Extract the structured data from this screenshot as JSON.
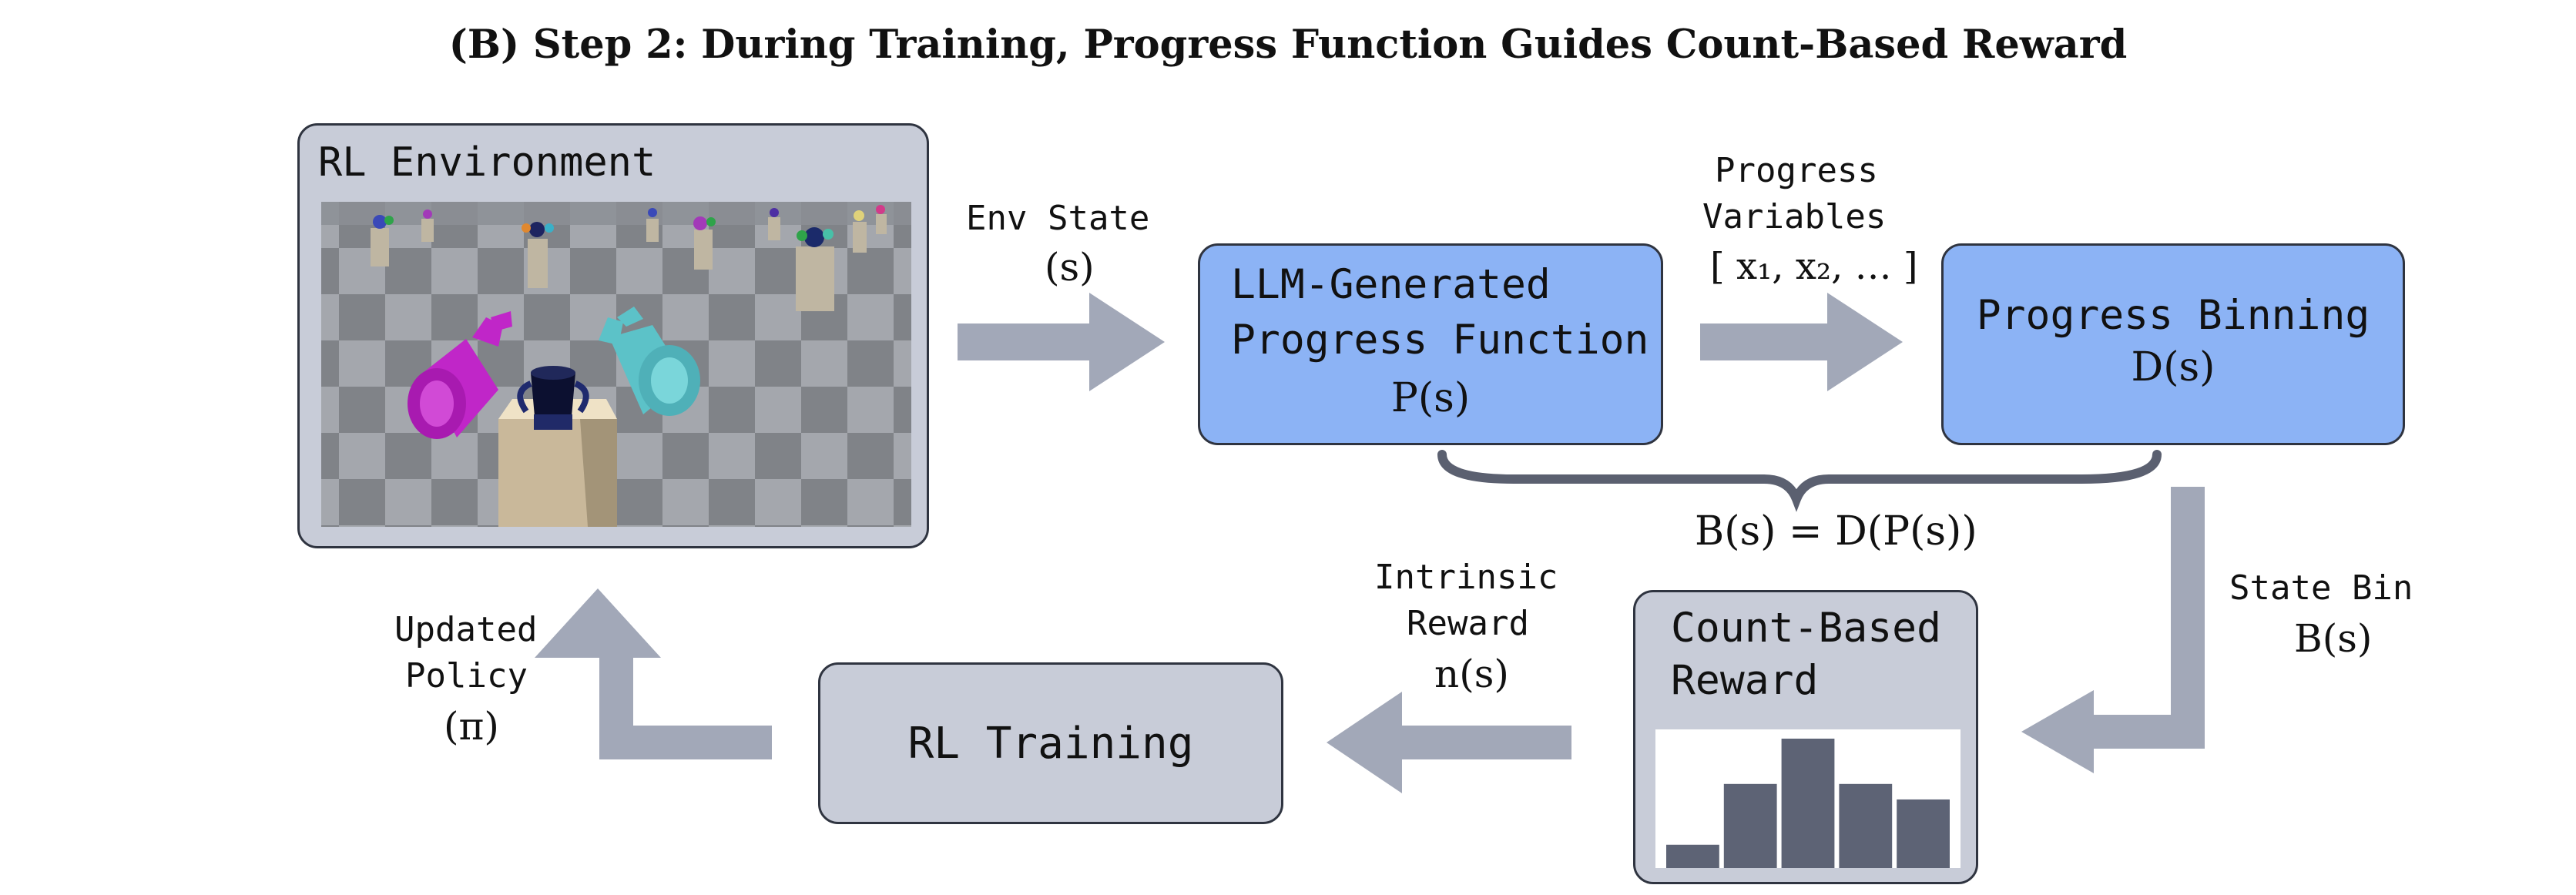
{
  "title": "(B) Step 2: During Training, Progress Function Guides Count-Based Reward",
  "boxes": {
    "environment": {
      "label": "RL Environment"
    },
    "progress_function": {
      "line1": "LLM-Generated",
      "line2": "Progress Function",
      "symbol": "P(s)"
    },
    "progress_binning": {
      "label": "Progress Binning",
      "symbol": "D(s)"
    },
    "count_reward": {
      "line1": "Count-Based",
      "line2": "Reward",
      "histogram_values": [
        0.18,
        0.65,
        1.0,
        0.65,
        0.53
      ]
    },
    "rl_training": {
      "label": "RL Training"
    }
  },
  "edges": {
    "env_state": {
      "label": "Env State",
      "symbol": "(s)"
    },
    "progress_variables": {
      "line1": "Progress",
      "line2": "Variables",
      "symbol": "[ x₁, x₂, … ]"
    },
    "state_bin": {
      "label": "State Bin",
      "symbol": "B(s)"
    },
    "intrinsic_reward": {
      "line1": "Intrinsic",
      "line2": "Reward",
      "symbol": "n(s)"
    },
    "updated_policy": {
      "line1": "Updated",
      "line2": "Policy",
      "symbol": "(π)"
    }
  },
  "brace_equation": "B(s) = D(P(s))",
  "colors": {
    "box_gray": "#c8ccd8",
    "box_blue": "#8cb3f5",
    "arrow": "#a2a8b8",
    "bar": "#5d6375",
    "brace": "#5b6070"
  }
}
